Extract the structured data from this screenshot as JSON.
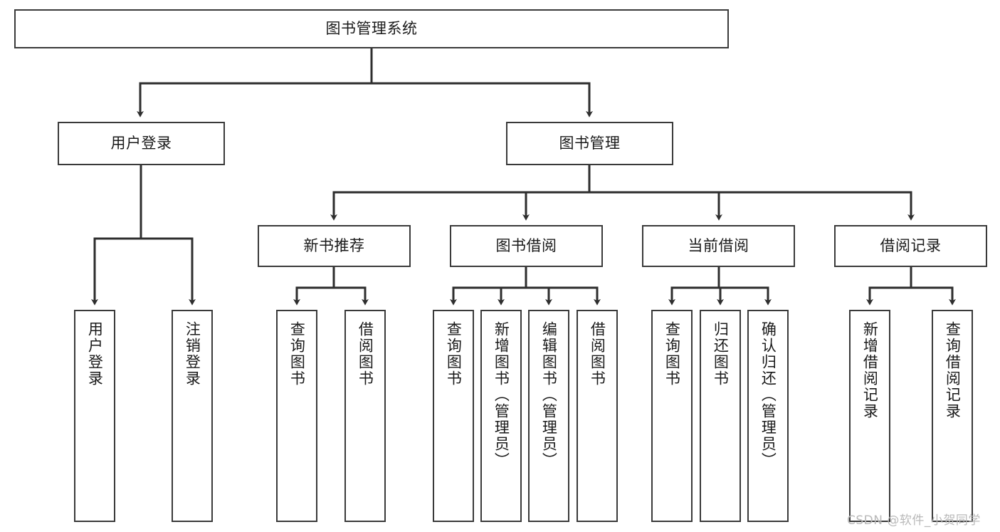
{
  "diagram": {
    "title_node": {
      "label": "图书管理系统"
    },
    "level2": [
      {
        "label": "用户登录"
      },
      {
        "label": "图书管理"
      }
    ],
    "level3": [
      {
        "label": "新书推荐"
      },
      {
        "label": "图书借阅"
      },
      {
        "label": "当前借阅"
      },
      {
        "label": "借阅记录"
      }
    ],
    "leaves": [
      {
        "label": "用户登录"
      },
      {
        "label": "注销登录"
      },
      {
        "label": "查询图书"
      },
      {
        "label": "借阅图书"
      },
      {
        "label": "查询图书"
      },
      {
        "label": "新增图书（管理员）"
      },
      {
        "label": "编辑图书（管理员）"
      },
      {
        "label": "借阅图书"
      },
      {
        "label": "查询图书"
      },
      {
        "label": "归还图书"
      },
      {
        "label": "确认归还（管理员）"
      },
      {
        "label": "新增借阅记录"
      },
      {
        "label": "查询借阅记录"
      }
    ]
  },
  "watermark": {
    "text": "CSDN @软件_小贺同学"
  },
  "colors": {
    "stroke": "#3a3a3a",
    "text": "#1a1a1a",
    "background": "#ffffff",
    "watermark": "#b9b9b9"
  }
}
